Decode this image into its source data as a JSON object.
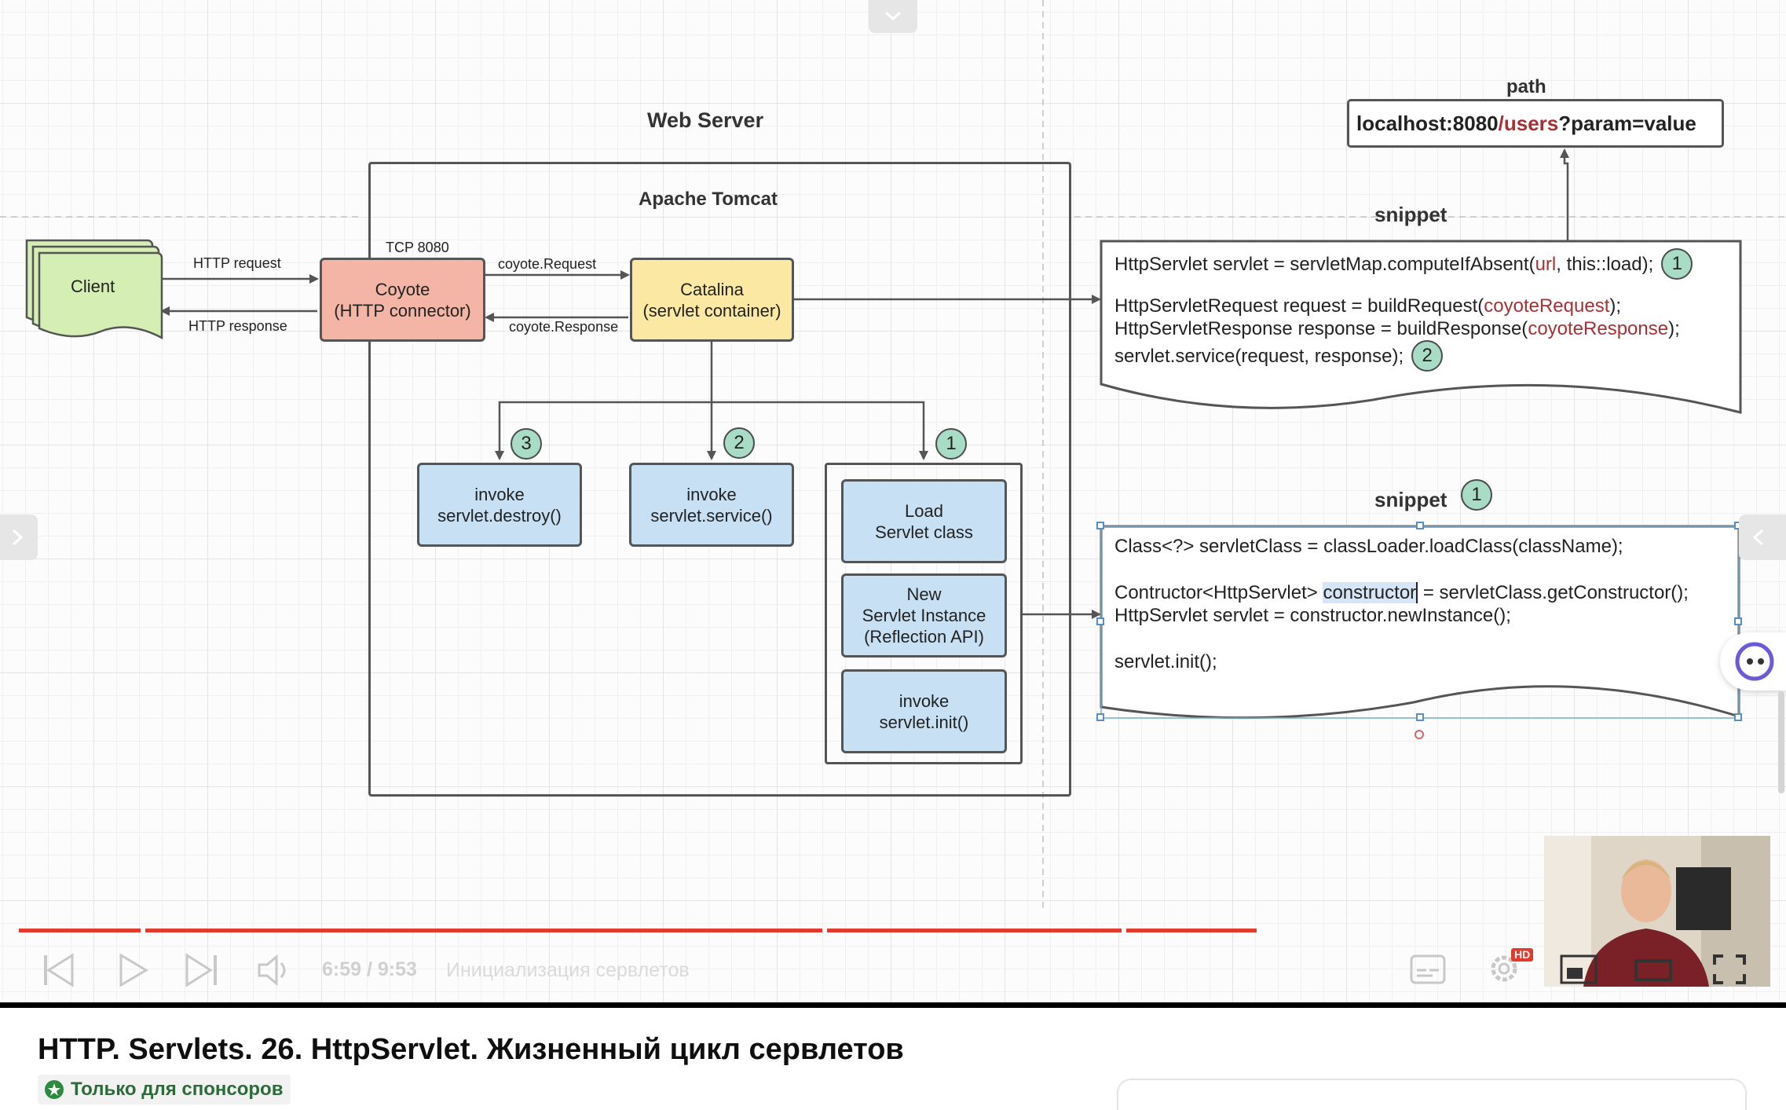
{
  "diagram": {
    "web_server_title": "Web Server",
    "tomcat_title": "Apache Tomcat",
    "client_label": "Client",
    "http_request": "HTTP request",
    "http_response": "HTTP response",
    "tcp_port": "TCP 8080",
    "coyote_label": "Coyote\n(HTTP connector)",
    "coyote_request": "coyote.Request",
    "coyote_response": "coyote.Response",
    "catalina_label": "Catalina\n(servlet container)",
    "destroy_label": "invoke\nservlet.destroy()",
    "service_label": "invoke\nservlet.service()",
    "load_class_label": "Load\nServlet class",
    "new_instance_label": "New\nServlet Instance\n(Reflection API)",
    "init_label": "invoke\nservlet.init()",
    "step_destroy": "3",
    "step_service": "2",
    "step_init": "1"
  },
  "path_box": {
    "label": "path",
    "host": "localhost:8080",
    "path": "/users",
    "query": "?param=value"
  },
  "snippet1": {
    "title": "snippet",
    "line1_a": "HttpServlet servlet = servletMap.computeIfAbsent(",
    "line1_red": "url",
    "line1_b": ", this::load);",
    "line1_badge": "1",
    "line2_a": "HttpServletRequest request = buildRequest(",
    "line2_red": "coyoteRequest",
    "line2_b": ");",
    "line3_a": "HttpServletResponse response = buildResponse(",
    "line3_red": "coyoteResponse",
    "line3_b": ");",
    "line4": "servlet.service(request, response);",
    "line4_badge": "2"
  },
  "snippet2": {
    "title": "snippet",
    "title_badge": "1",
    "line1": "Class<?> servletClass = classLoader.loadClass(className);",
    "line2_a": "Contructor<HttpServlet> ",
    "line2_sel": "constructor",
    "line2_b": " = servletClass.getConstructor();",
    "line3": "HttpServlet servlet = constructor.newInstance();",
    "line4": "servlet.init();"
  },
  "player": {
    "time": "6:59 / 9:53",
    "chapter": "Инициализация сервлетов",
    "hd_badge": "HD",
    "progress": 0.703,
    "icons": [
      "prev-icon",
      "play-icon",
      "next-icon",
      "volume-icon",
      "subtitles-icon",
      "settings-icon",
      "miniplayer-icon",
      "theater-icon",
      "fullscreen-icon"
    ]
  },
  "video": {
    "title": "HTTP. Servlets. 26. HttpServlet. Жизненный цикл сервлетов",
    "sponsor_badge": "Только для спонсоров"
  },
  "colors": {
    "client": "#d4eeb4",
    "coyote": "#f5b5a6",
    "catalina": "#fbe9a3",
    "step_box": "#c8e0f4",
    "badge": "#a9dcc6",
    "progress": "#e23b2e",
    "code_red": "#a53135",
    "sponsor_green": "#2b8a3e"
  }
}
